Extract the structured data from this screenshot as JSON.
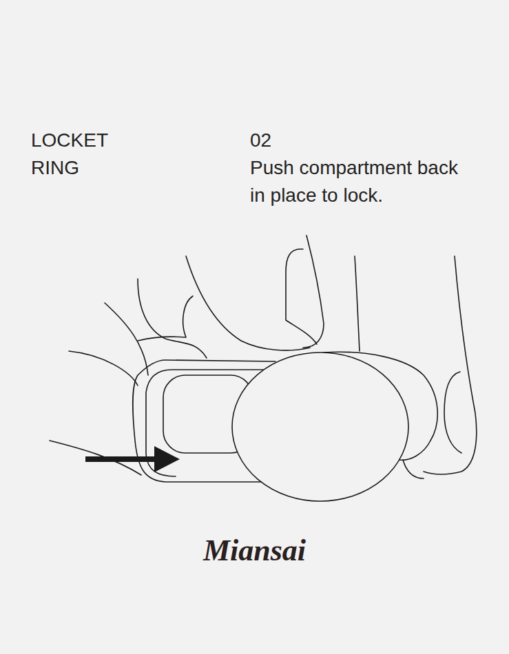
{
  "diagram": {
    "title": "LOCKET RING",
    "labels": [
      "02",
      "Push compartment back in place to lock.",
      "Miansai"
    ]
  }
}
